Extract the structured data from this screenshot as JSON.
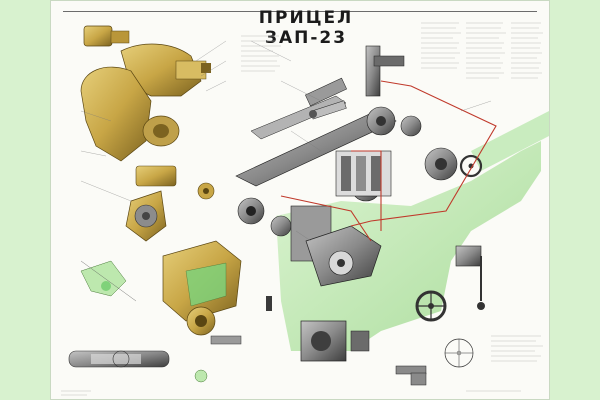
{
  "poster": {
    "title": "ПРИЦЕЛ ЗАП-23"
  },
  "colors": {
    "background": "#d8f2cf",
    "paper": "#fbfbf7",
    "brass": "#c8a646",
    "brass_dark": "#7c6320",
    "steel": "#8a8a8a",
    "steel_dark": "#3e3e3e",
    "green_section": "#a8e29a",
    "optical_path": "#c0392b"
  },
  "icons": {
    "sight_assembly": "brass-sight-assembly-illustration",
    "mechanism": "exploded-mechanism-illustration",
    "reticle": "reticle-view-illustration"
  }
}
